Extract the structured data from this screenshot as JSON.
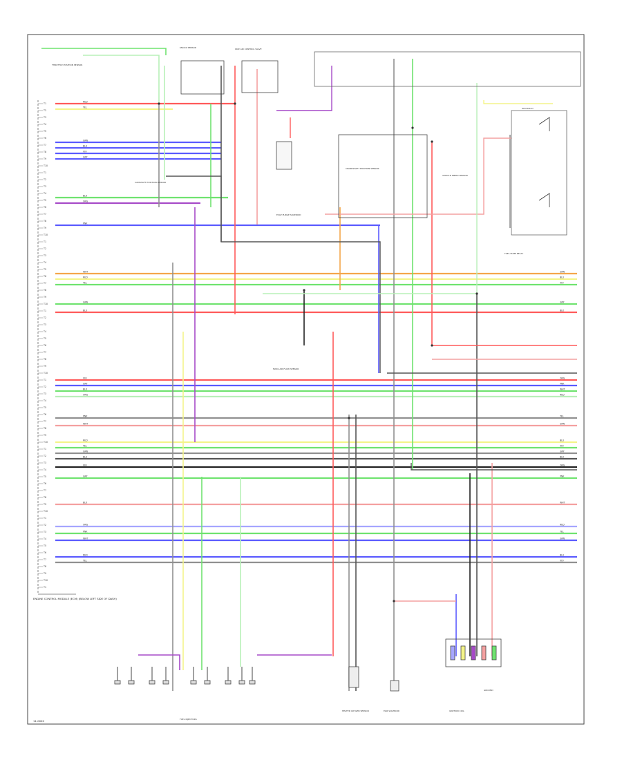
{
  "diagram": {
    "footer_code": "11-0000",
    "colors": {
      "red": "#ff5a5a",
      "pink": "#f4a0a0",
      "green": "#6fe36f",
      "ltgreen": "#b8f0b8",
      "blue": "#5a5aff",
      "ltblue": "#a6a6ff",
      "yellow": "#f4f48a",
      "orange": "#f4a64a",
      "violet": "#a64ac8",
      "gray": "#909090",
      "dkgray": "#555555",
      "black": "#222222"
    },
    "components": {
      "ecm_label": "ENGINE CONTROL MODULE (ECM) (BELOW LEFT SIDE OF DASH)",
      "throttle_sensor": "THROTTLE POSITION SENSOR",
      "knock_sensor": "KNOCK SENSOR",
      "idle_air_control": "IDLE AIR CONTROL VALVE",
      "evap_purge": "EVAP PURGE SOLENOID",
      "fuel_pump_relay": "FUEL PUMP RELAY",
      "fuel_injectors": "FUEL INJECTORS",
      "ignition_coil": "IGNITION COIL",
      "oxygen_sensor": "HEATED OXYGEN SENSOR",
      "egr_solenoid": "EGR SOLENOID",
      "ecm_relay": "ECM RELAY",
      "mass_air_flow": "MASS AIR FLOW SENSOR",
      "camshaft_sensor": "CAMSHAFT POSITION SENSOR",
      "crankshaft_sensor": "CRANKSHAFT POSITION SENSOR",
      "vehicle_speed": "VEHICLE SPEED SENSOR",
      "ground": "GROUND"
    },
    "wire_labels": [
      "RED",
      "YEL",
      "GRN",
      "BLU",
      "VIO",
      "GRY",
      "BLK",
      "ORG",
      "PNK",
      "WHT"
    ],
    "pin_labels": [
      "T1",
      "T2",
      "T3",
      "T4",
      "T5",
      "T6",
      "T7",
      "T8",
      "T9",
      "T10"
    ]
  }
}
